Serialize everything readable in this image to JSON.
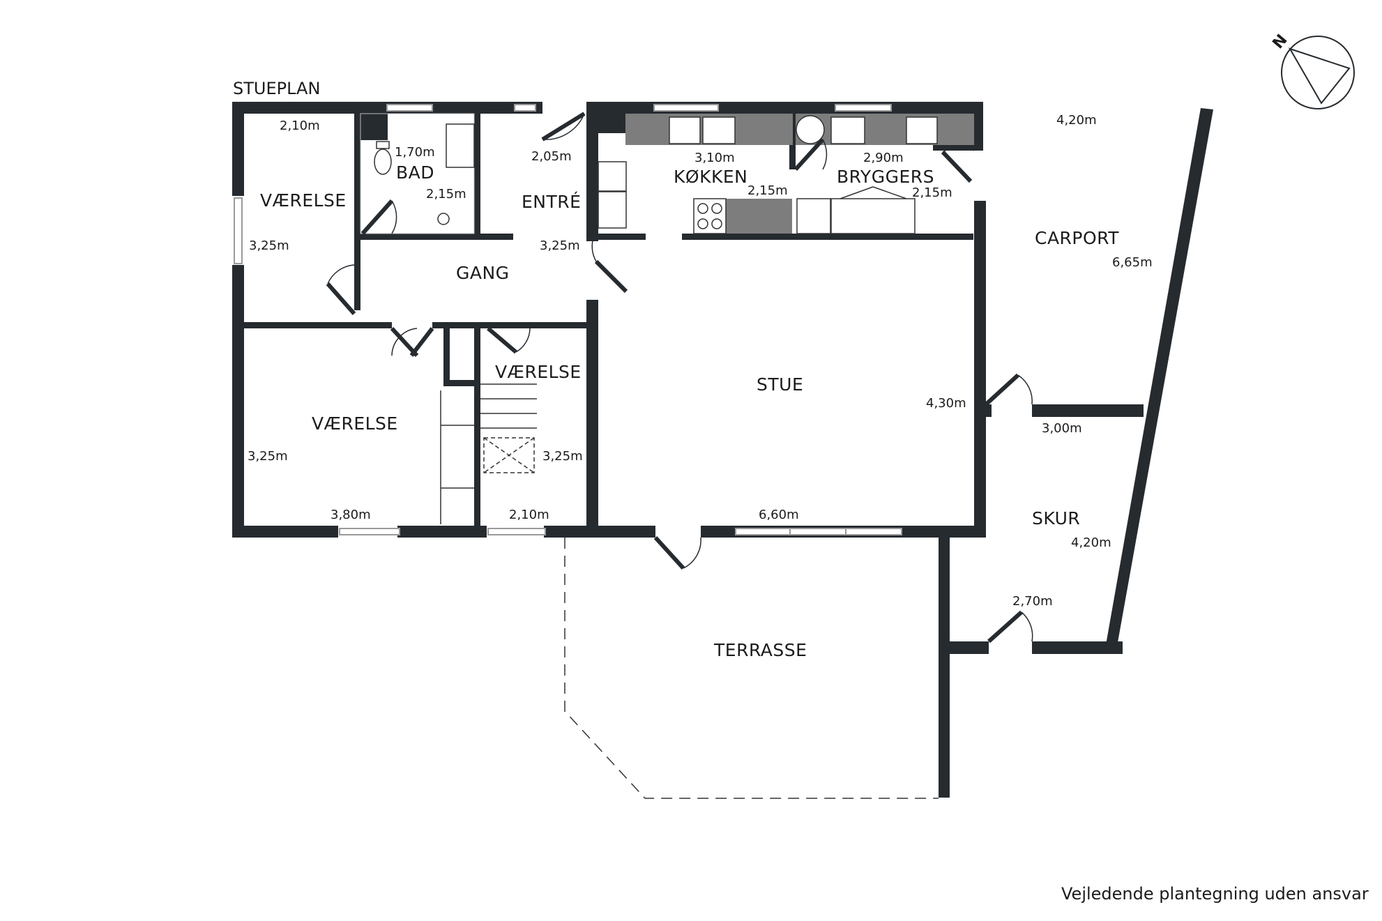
{
  "plan_title": "STUEPLAN",
  "disclaimer": "Vejledende plantegning uden ansvar",
  "compass": {
    "north_label": "N"
  },
  "rooms": {
    "vaerelse_1": "VÆRELSE",
    "vaerelse_2": "VÆRELSE",
    "vaerelse_3": "VÆRELSE",
    "bad": "BAD",
    "entre": "ENTRÉ",
    "gang": "GANG",
    "koekken": "KØKKEN",
    "bryggers": "BRYGGERS",
    "stue": "STUE",
    "carport": "CARPORT",
    "skur": "SKUR",
    "terrasse": "TERRASSE"
  },
  "dimensions": {
    "vaerelse_1_w": "2,10m",
    "vaerelse_1_h": "3,25m",
    "bad_w": "1,70m",
    "bad_h": "2,15m",
    "entre_w": "2,05m",
    "entre_h": "3,25m",
    "koekken_w": "3,10m",
    "koekken_h": "2,15m",
    "bryggers_w": "2,90m",
    "bryggers_h": "2,15m",
    "carport_w": "4,20m",
    "carport_h": "6,65m",
    "vaerelse_2_h": "3,25m",
    "vaerelse_2_w": "3,80m",
    "vaerelse_3_h": "3,25m",
    "vaerelse_3_w": "2,10m",
    "stue_w": "6,60m",
    "stue_h": "4,30m",
    "skur_w": "3,00m",
    "skur_h": "4,20m",
    "skur_door": "2,70m"
  },
  "colors": {
    "wall": "#262b30",
    "fixture": "#7d7d7d",
    "window": "#9a9a9a"
  }
}
